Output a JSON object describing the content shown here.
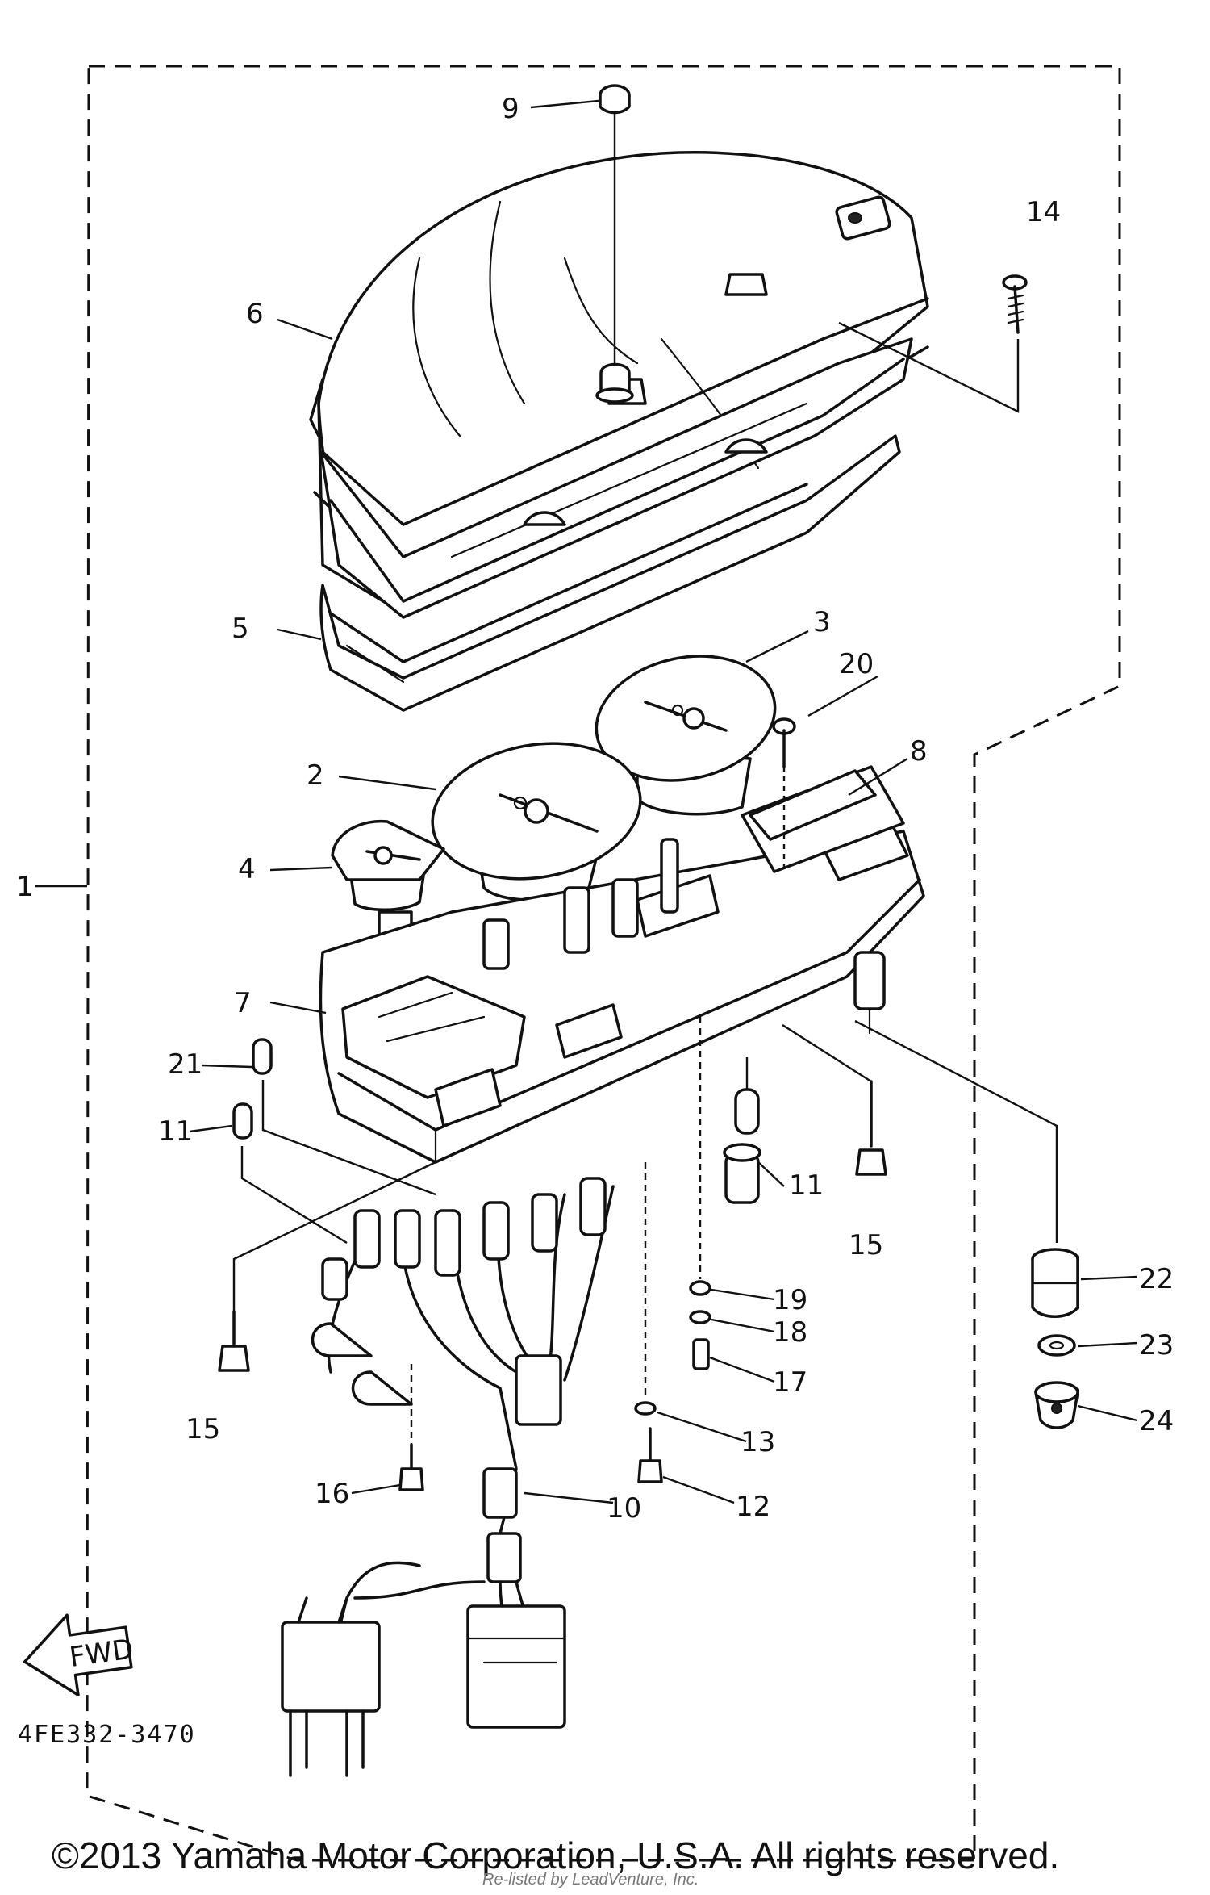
{
  "diagram": {
    "code": "4FE332-3470",
    "fwd_label": "FWD",
    "callouts": {
      "c1": "1",
      "c2": "2",
      "c3": "3",
      "c4": "4",
      "c5": "5",
      "c6": "6",
      "c7": "7",
      "c8": "8",
      "c9": "9",
      "c10": "10",
      "c11a": "11",
      "c11b": "11",
      "c12": "12",
      "c13": "13",
      "c14": "14",
      "c15a": "15",
      "c15b": "15",
      "c16": "16",
      "c17": "17",
      "c18": "18",
      "c19": "19",
      "c20": "20",
      "c21": "21",
      "c22": "22",
      "c23": "23",
      "c24": "24"
    }
  },
  "footer": {
    "copyright": "©2013 Yamaha Motor Corporation, U.S.A. All rights reserved.",
    "watermark": "Re-listed by LeadVenture, Inc."
  }
}
